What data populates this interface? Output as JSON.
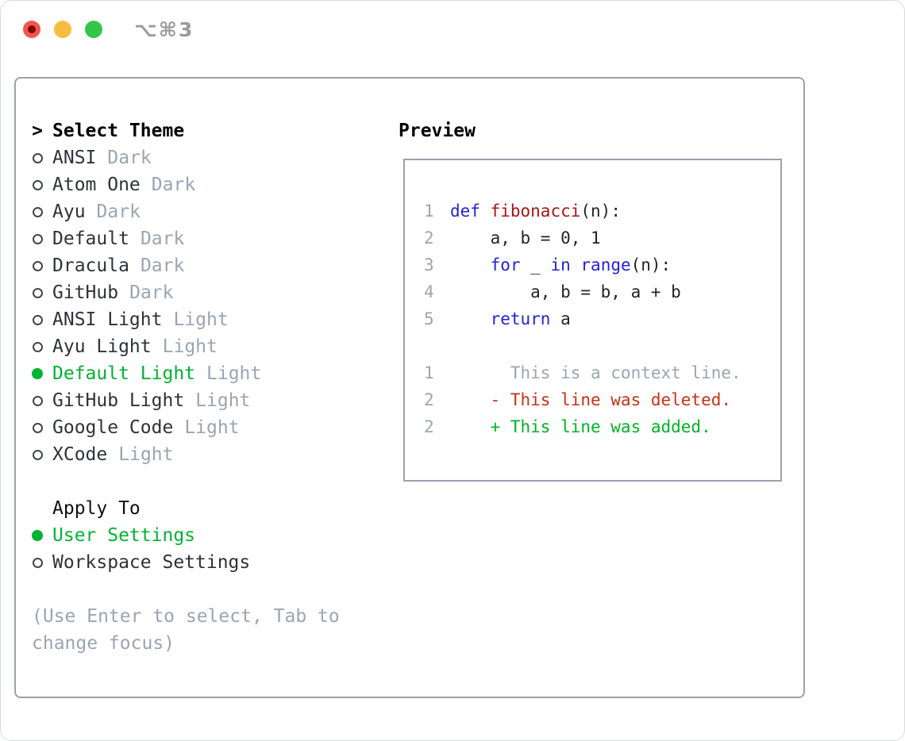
{
  "window": {
    "title": "⌥⌘3",
    "traffic_lights": [
      {
        "name": "close",
        "color": "#f2564d"
      },
      {
        "name": "minimize",
        "color": "#f7bd3f"
      },
      {
        "name": "zoom",
        "color": "#34c648"
      }
    ]
  },
  "colors": {
    "accent-green": "#00b334",
    "muted": "#9aa5b2",
    "text": "#1f2328",
    "name-text": "#2e3338",
    "border": "#99a2ae",
    "keyword": "#2222dd",
    "function": "#a81414",
    "diff-red": "#c93018",
    "diff-green": "#00b422",
    "title-gray": "#9b9b9b"
  },
  "theme_selector": {
    "focus_marker": ">",
    "heading": "Select Theme",
    "items": [
      {
        "name": "ANSI",
        "variant": "Dark",
        "selected": false
      },
      {
        "name": "Atom One",
        "variant": "Dark",
        "selected": false
      },
      {
        "name": "Ayu",
        "variant": "Dark",
        "selected": false
      },
      {
        "name": "Default",
        "variant": "Dark",
        "selected": false
      },
      {
        "name": "Dracula",
        "variant": "Dark",
        "selected": false
      },
      {
        "name": "GitHub",
        "variant": "Dark",
        "selected": false
      },
      {
        "name": "ANSI Light",
        "variant": "Light",
        "selected": false
      },
      {
        "name": "Ayu Light",
        "variant": "Light",
        "selected": false
      },
      {
        "name": "Default Light",
        "variant": "Light",
        "selected": true
      },
      {
        "name": "GitHub Light",
        "variant": "Light",
        "selected": false
      },
      {
        "name": "Google Code",
        "variant": "Light",
        "selected": false
      },
      {
        "name": "XCode",
        "variant": "Light",
        "selected": false
      }
    ]
  },
  "apply_to": {
    "heading": "Apply To",
    "options": [
      {
        "label": "User Settings",
        "selected": true
      },
      {
        "label": "Workspace Settings",
        "selected": false
      }
    ]
  },
  "hint": "(Use Enter to select, Tab to change focus)",
  "preview": {
    "heading": "Preview",
    "code_lines": [
      {
        "num": "1",
        "tokens": [
          {
            "text": "def",
            "type": "keyword"
          },
          {
            "text": " ",
            "type": "plain"
          },
          {
            "text": "fibonacci",
            "type": "function"
          },
          {
            "text": "(n):",
            "type": "plain"
          }
        ]
      },
      {
        "num": "2",
        "tokens": [
          {
            "text": "    a, b = 0, 1",
            "type": "plain"
          }
        ]
      },
      {
        "num": "3",
        "tokens": [
          {
            "text": "    ",
            "type": "plain"
          },
          {
            "text": "for",
            "type": "keyword"
          },
          {
            "text": " _ ",
            "type": "plain"
          },
          {
            "text": "in",
            "type": "keyword"
          },
          {
            "text": " ",
            "type": "plain"
          },
          {
            "text": "range",
            "type": "keyword"
          },
          {
            "text": "(n):",
            "type": "plain"
          }
        ]
      },
      {
        "num": "4",
        "tokens": [
          {
            "text": "        a, b = b, a + b",
            "type": "plain"
          }
        ]
      },
      {
        "num": "5",
        "tokens": [
          {
            "text": "    ",
            "type": "plain"
          },
          {
            "text": "return",
            "type": "keyword"
          },
          {
            "text": " a",
            "type": "plain"
          }
        ]
      },
      {
        "num": "",
        "tokens": []
      },
      {
        "num": "1",
        "tokens": [
          {
            "text": "      This is a context line.",
            "type": "context"
          }
        ]
      },
      {
        "num": "2",
        "tokens": [
          {
            "text": "    - This line was deleted.",
            "type": "deleted"
          }
        ]
      },
      {
        "num": "2",
        "tokens": [
          {
            "text": "    + This line was added.",
            "type": "added"
          }
        ]
      }
    ]
  }
}
